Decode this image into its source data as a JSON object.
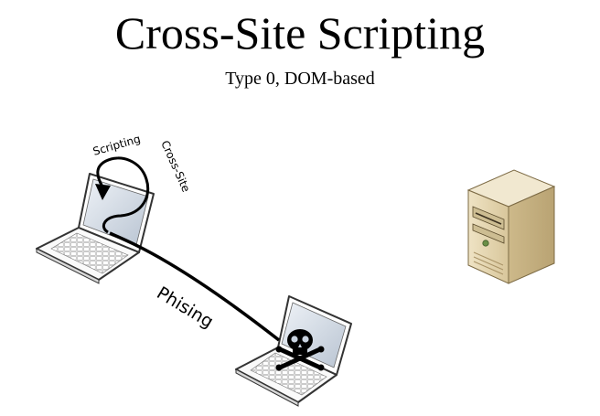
{
  "slide": {
    "title": "Cross-Site Scripting",
    "subtitle": "Type 0, DOM-based"
  },
  "diagram": {
    "labels": {
      "scripting": "Scripting",
      "cross_site": "Cross-Site",
      "phishing": "Phising"
    },
    "icons": [
      "victim-laptop-icon",
      "attacker-laptop-icon",
      "skull-crossbones-icon",
      "web-server-icon"
    ],
    "colors": {
      "line": "#000000",
      "screen": "#c9d3e0",
      "server_body": "#e3d3ad"
    }
  }
}
